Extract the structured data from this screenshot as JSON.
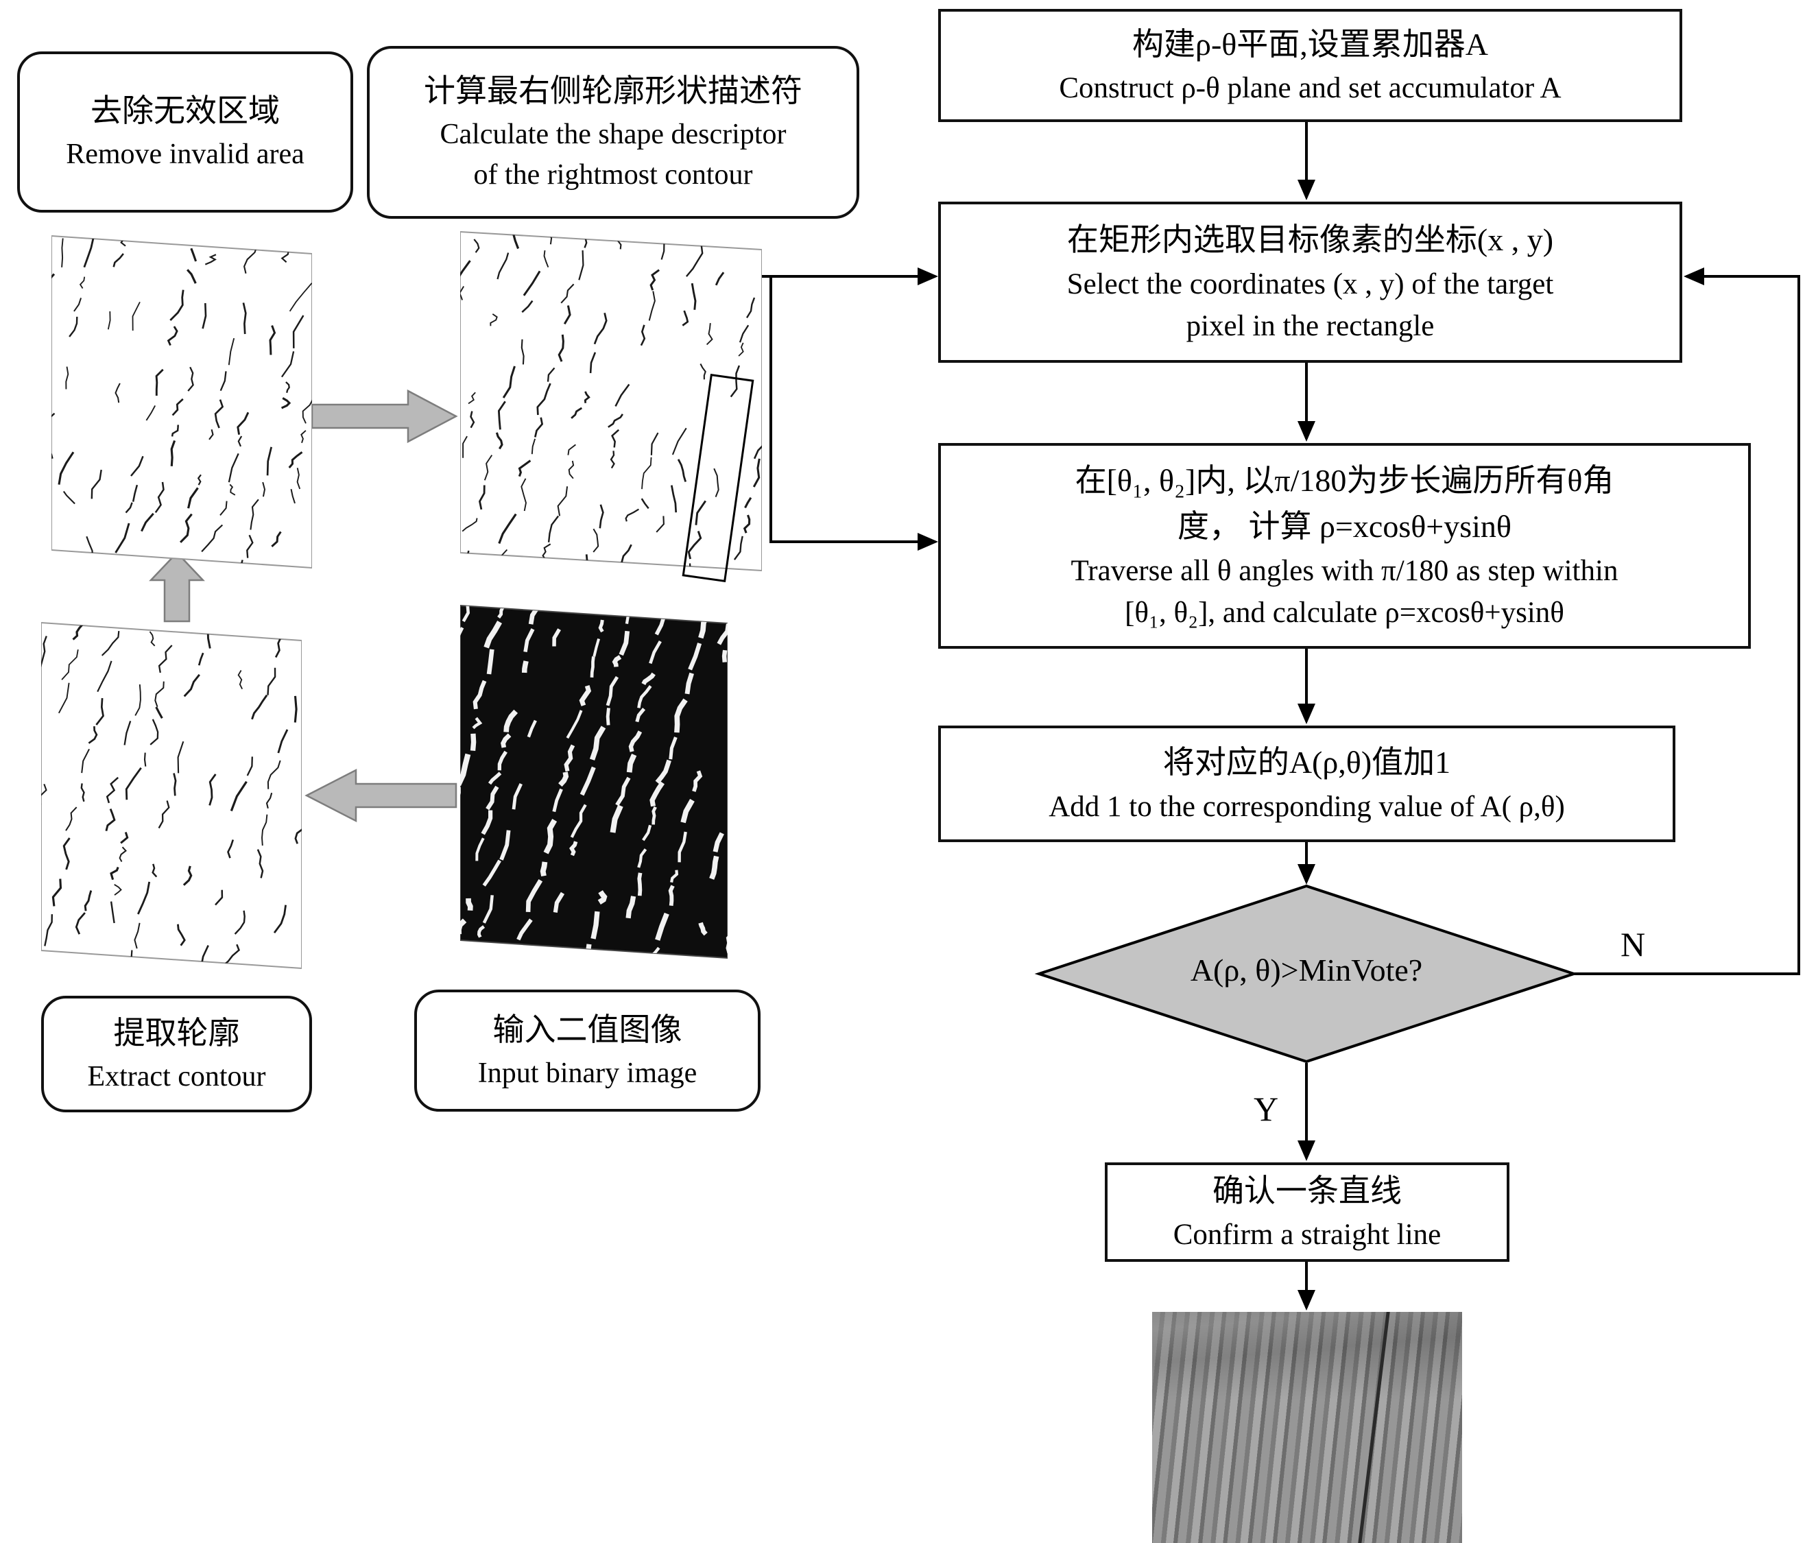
{
  "colors": {
    "diamond_fill": "#c4c4c4",
    "block_arrow": "#b9b9b9",
    "line": "#000000"
  },
  "pipeline": {
    "remove_invalid": {
      "zh": "去除无效区域",
      "en": "Remove invalid area"
    },
    "shape_descriptor": {
      "zh": "计算最右侧轮廓形状描述符",
      "en1": "Calculate the shape descriptor",
      "en2": "of the rightmost contour"
    },
    "extract_contour": {
      "zh": "提取轮廓",
      "en": "Extract contour"
    },
    "input_binary": {
      "zh": "输入二值图像",
      "en": "Input binary image"
    }
  },
  "flow": {
    "construct": {
      "zh": "构建ρ-θ平面,设置累加器A",
      "en": "Construct ρ-θ plane and set accumulator A"
    },
    "select": {
      "zh": "在矩形内选取目标像素的坐标(x , y)",
      "en1": "Select the coordinates (x , y) of the target",
      "en2": "pixel in the rectangle"
    },
    "traverse": {
      "zh1": "在[θ₁, θ₂]内, 以π/180为步长遍历所有θ角",
      "zh2": "度， 计算 ρ=xcosθ+ysinθ",
      "en1": "Traverse all θ angles with π/180 as step within",
      "en2": "[θ₁, θ₂], and calculate ρ=xcosθ+ysinθ"
    },
    "add": {
      "zh": "将对应的A(ρ,θ)值加1",
      "en": "Add 1 to the corresponding value of A( ρ,θ)"
    },
    "decision": {
      "label": "A(ρ, θ)>MinVote?",
      "yes": "Y",
      "no": "N"
    },
    "confirm": {
      "zh": "确认一条直线",
      "en": "Confirm a straight line"
    }
  }
}
